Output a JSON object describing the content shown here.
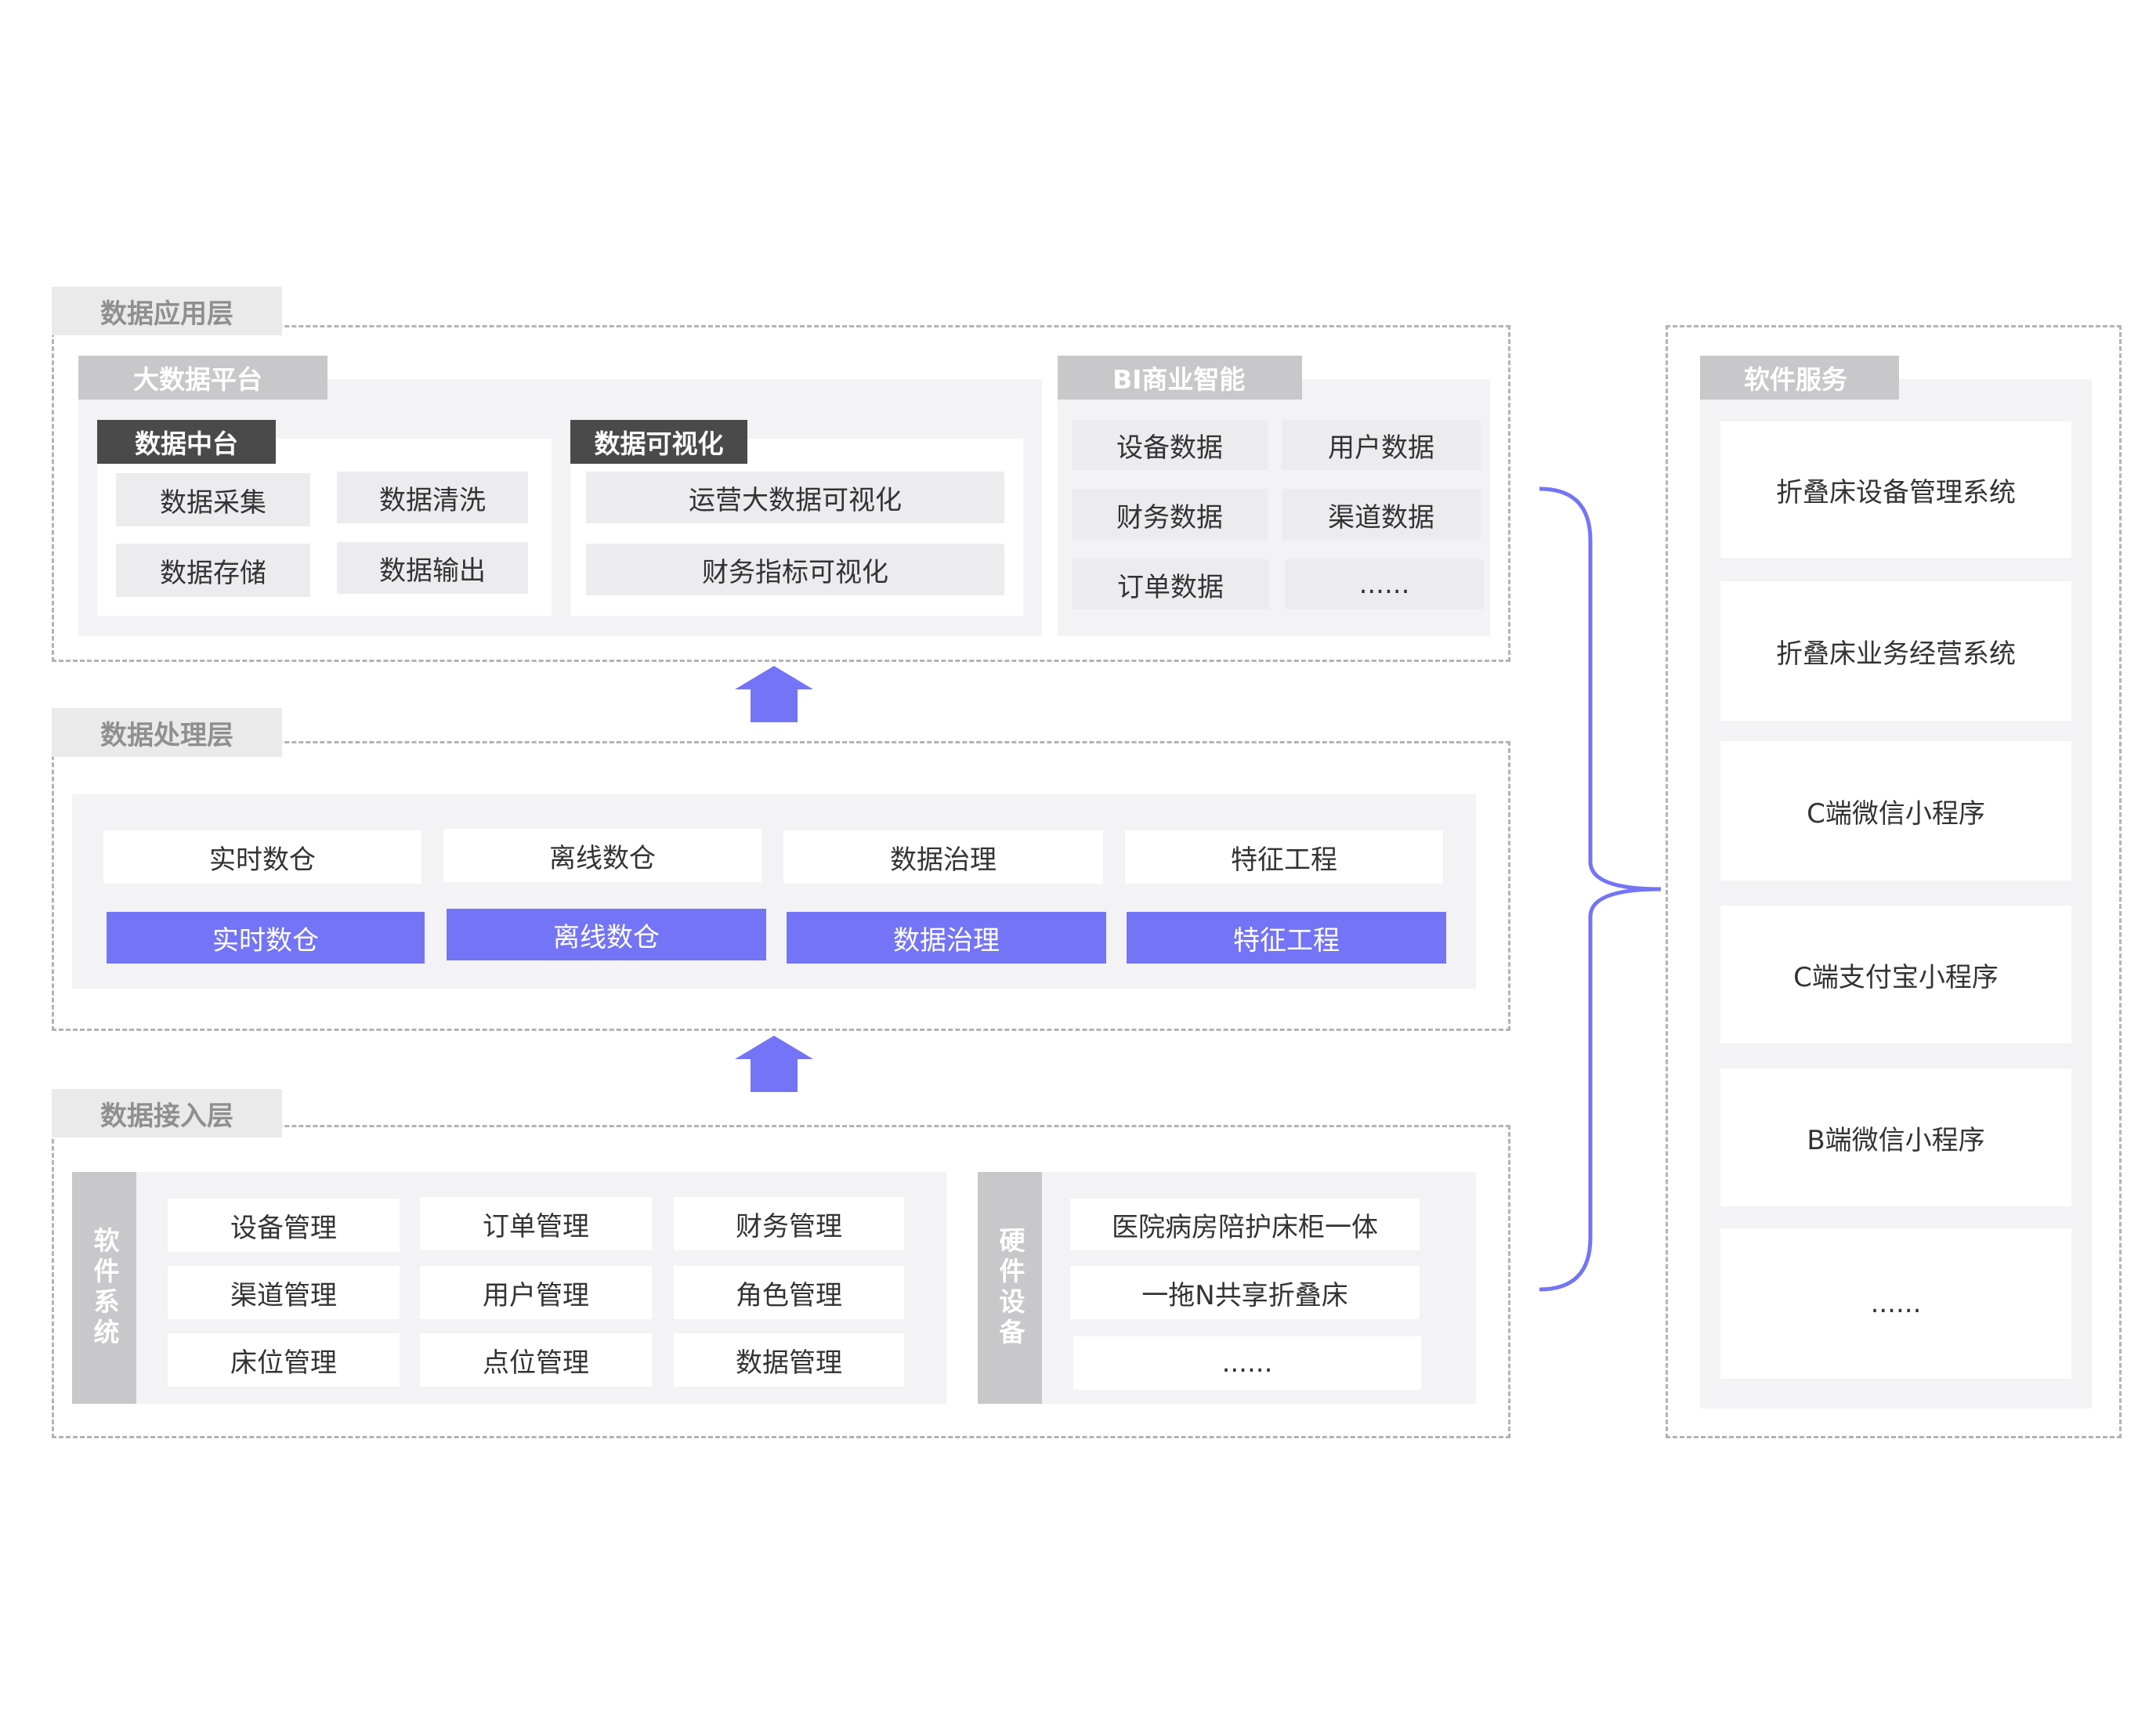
{
  "application_layer": {
    "tab": "数据应用层",
    "bigdata_platform": {
      "title": "大数据平台",
      "data_middle": {
        "title": "数据中台",
        "items": [
          "数据采集",
          "数据清洗",
          "数据存储",
          "数据输出"
        ]
      },
      "visualization": {
        "title": "数据可视化",
        "items": [
          "运营大数据可视化",
          "财务指标可视化"
        ]
      }
    },
    "bi": {
      "title": "BI商业智能",
      "items": [
        "设备数据",
        "用户数据",
        "财务数据",
        "渠道数据",
        "订单数据",
        "......"
      ]
    }
  },
  "processing_layer": {
    "tab": "数据处理层",
    "top_items": [
      "实时数仓",
      "离线数仓",
      "数据治理",
      "特征工程"
    ],
    "bottom_items": [
      "实时数仓",
      "离线数仓",
      "数据治理",
      "特征工程"
    ]
  },
  "access_layer": {
    "tab": "数据接入层",
    "software": {
      "label": "软件系统",
      "items": [
        "设备管理",
        "订单管理",
        "财务管理",
        "渠道管理",
        "用户管理",
        "角色管理",
        "床位管理",
        "点位管理",
        "数据管理"
      ]
    },
    "hardware": {
      "label": "硬件设备",
      "items": [
        "医院病房陪护床柜一体",
        "一拖N共享折叠床",
        "......"
      ]
    }
  },
  "software_services": {
    "title": "软件服务",
    "items": [
      "折叠床设备管理系统",
      "折叠床业务经营系统",
      "C端微信小程序",
      "C端支付宝小程序",
      "B端微信小程序",
      "......"
    ]
  },
  "colors": {
    "accent": "#7474f6",
    "tab_bg": "#eaeaea",
    "panel_bg": "#f3f3f5",
    "dark_title": "#4a4a4a"
  }
}
